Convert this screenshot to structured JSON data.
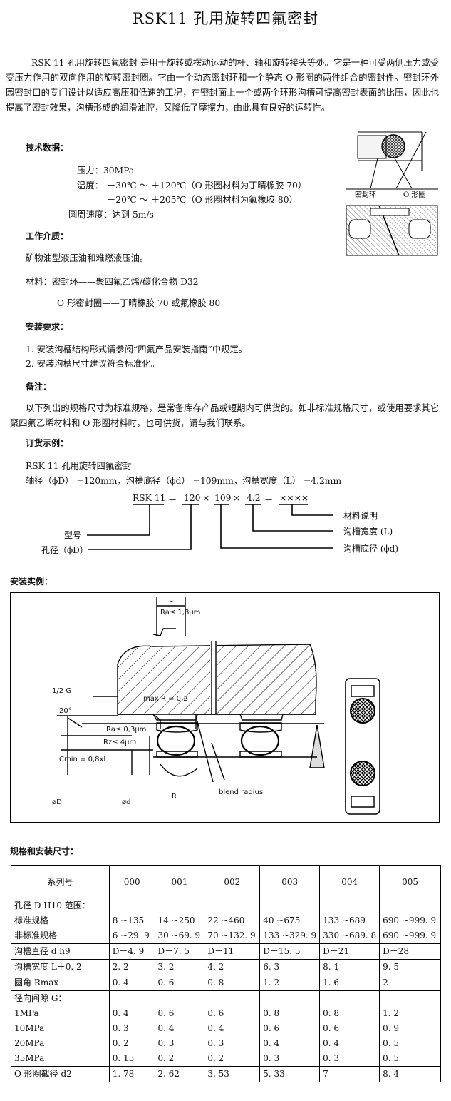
{
  "title": "RSK11  孔用旋转四氟密封",
  "intro": "RSK 11 孔用旋转四氟密封 是用于旋转或摆动运动的杆、轴和旋转接头等处。它是一种可受两侧压力或受变压力作用的双向作用的旋转密封圈。它由一个动态密封环和一个静态 O 形圈的两件组合的密封件。密封环外园密封口的专门设计以适应高压和低速的工况，在密封面上一个或两个环形沟槽可提高密封表面的比压，因此也提高了密封效果，沟槽形成的润滑油腔，又降低了摩擦力，由此具有良好的运转性。",
  "tech": {
    "heading": "技术数据：",
    "pressure": "压力：30MPa",
    "temp_label": "温度：",
    "temp1": "－30℃ ～ ＋120℃（O 形圈材料为丁晴橡胶 70）",
    "temp2": "－20℃ ～ ＋205℃（O 形圈材料为氟橡胶 80）",
    "speed": "圆周速度：达到 5m/s"
  },
  "media": {
    "heading": "工作介质：",
    "text": "矿物油型液压油和难燃液压油。"
  },
  "material": {
    "line1": "材料：密封环——聚四氟乙烯/碳化合物 D32",
    "line2": "O 形密封圈——丁晴橡胶 70 或氟橡胶 80"
  },
  "install": {
    "heading": "安装要求：",
    "item1": "1. 安装沟槽结构形式请参阅“四氟产品安装指南”中规定。",
    "item2": "2. 安装沟槽尺寸建议符合标准化。"
  },
  "notes": {
    "heading": "备注：",
    "text": "以下列出的规格尺寸为标准规格，是常备库存产品或短期内可供货的。如非标准规格尺寸，或使用要求其它聚四氟乙烯材料和 O 形圈材料时，也可供货，请与我们联系。"
  },
  "order": {
    "heading": "订货示例：",
    "name": "RSK 11 孔用旋转四氟密封",
    "dims": "轴径（ϕD） =120mm，沟槽底径（ϕd） =109mm，沟槽宽度（L） =4.2mm",
    "code": {
      "p1": "RSK 11",
      "dash1": "－",
      "p2": "120",
      "x1": "×",
      "p3": "109",
      "x2": "×",
      "p4": "4.2",
      "dash2": "－",
      "p5": "××××"
    },
    "labels": {
      "model": "型号",
      "bore": "孔径（ϕD）",
      "material": "材料说明",
      "width": "沟槽宽度 (L)",
      "bottom": "沟槽底径 (ϕd)"
    }
  },
  "figure_top": {
    "label_ring": "密封环",
    "label_oring": "O 形圈"
  },
  "example": {
    "heading": "安装实例：",
    "L": "L",
    "ra18": "Ra≤ 1,8μm",
    "half_g": "1/2 G",
    "angle": "20°",
    "maxr": "max R = 0,2",
    "ra03": "Ra≤ 0,3μm",
    "rz4": "Rz≤ 4μm",
    "cmin": "Cmin = 0,8xL",
    "phiD": "øD",
    "phid": "ød",
    "R": "R",
    "blend": "blend radius"
  },
  "table": {
    "heading": "规格和安装尺寸：",
    "header": [
      "系列号",
      "000",
      "001",
      "002",
      "003",
      "004",
      "005"
    ],
    "bore_label": [
      "孔径 D H10 范围：",
      "标准规格",
      "非标准规格"
    ],
    "bore_std": [
      "8 ~135",
      "14 ~250",
      "22 ~460",
      "40 ~675",
      "133 ~689",
      "690 ~999. 9"
    ],
    "bore_nonstd": [
      "6 ~29. 9",
      "30 ~69. 9",
      "70 ~132. 9",
      "133 ~329. 9",
      "330 ~689. 8",
      "690 ~999. 9"
    ],
    "groove_dia": {
      "label": "沟槽直径 d h9",
      "values": [
        "D－4. 9",
        "D－7. 5",
        "D－11",
        "D－15. 5",
        "D－21",
        "D－28"
      ]
    },
    "groove_width": {
      "label": "沟槽宽度 L＋0. 2",
      "values": [
        "2. 2",
        "3. 2",
        "4. 2",
        "6. 3",
        "8. 1",
        "9. 5"
      ]
    },
    "rmax": {
      "label": "圆角 Rmax",
      "values": [
        "0. 4",
        "0. 6",
        "0. 8",
        "1. 2",
        "1. 6",
        "2"
      ]
    },
    "gap_label": [
      "径向间隙 G：",
      "1MPa",
      "10MPa",
      "20MPa",
      "35MPa"
    ],
    "gap": [
      [
        "0. 4",
        "0. 6",
        "0. 6",
        "0. 8",
        "0. 8",
        "1. 2"
      ],
      [
        "0. 3",
        "0. 4",
        "0. 4",
        "0. 6",
        "0. 6",
        "0. 9"
      ],
      [
        "0. 2",
        "0. 3",
        "0. 3",
        "0. 4",
        "0. 4",
        "0. 5"
      ],
      [
        "0. 15",
        "0. 2",
        "0. 2",
        "0. 3",
        "0. 3",
        "0. 5"
      ]
    ],
    "oring": {
      "label": "O 形圈截径 d2",
      "values": [
        "1. 78",
        "2. 62",
        "3. 53",
        "5. 33",
        "7",
        "8. 4"
      ]
    }
  }
}
